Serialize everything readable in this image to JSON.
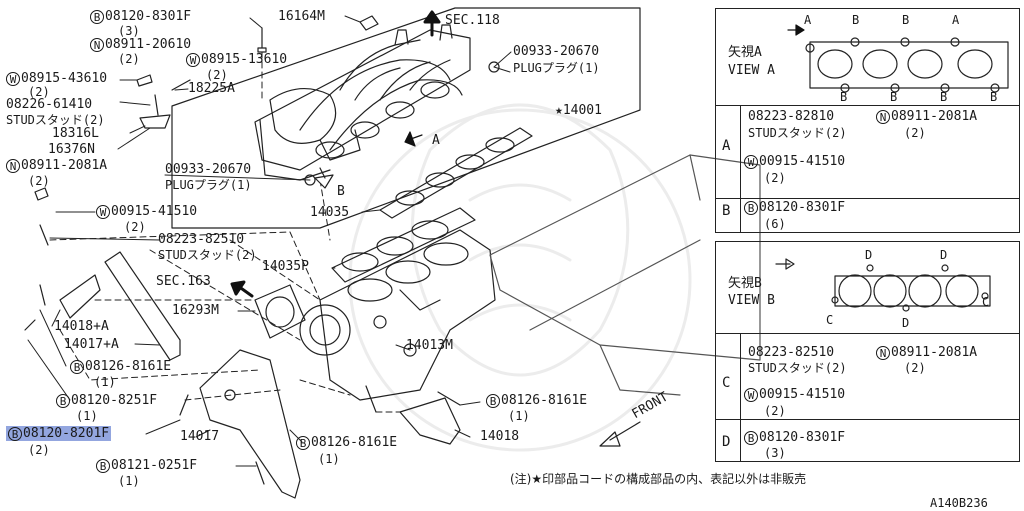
{
  "top_labels": {
    "b_08120_8301F": "08120-8301F",
    "b_08120_8301F_qty": "(3)",
    "p_16164M": "16164M",
    "sec118": "SEC.118",
    "n_08911_20610": "08911-20610",
    "n_08911_20610_qty": "(2)",
    "w_08915_43610": "08915-43610",
    "w_08915_43610_qty": "(2)",
    "w_08915_13610": "08915-13610",
    "w_08915_13610_qty": "(2)",
    "p_18225A": "18225A",
    "stud_08226_61410": "08226-61410",
    "stud_08226_61410_desc": "STUDスタッド(2)",
    "p_18316L": "18316L",
    "p_16376N": "16376N",
    "n_08911_2081A": "08911-2081A",
    "n_08911_2081A_qty": "(2)",
    "plug_00933_20670_r": "00933-20670",
    "plug_r_desc": "PLUGプラグ(1)",
    "star_14001": "14001",
    "arrow_A": "A",
    "plug_00933_20670_l": "00933-20670",
    "plug_l_desc": "PLUGプラグ(1)",
    "arrow_B": "B",
    "w_00915_41510": "00915-41510",
    "w_00915_41510_qty": "(2)",
    "p_14035": "14035",
    "stud_08223_82510": "08223-82510",
    "stud_08223_82510_desc": "STUDスタッド(2)",
    "p_14035P": "14035P",
    "sec163": "SEC.163",
    "p_16293M": "16293M",
    "p_14018A": "14018+A",
    "p_14017A": "14017+A",
    "b_08126_8161E_a": "08126-8161E",
    "b_08126_8161E_a_qty": "(1)",
    "b_08120_8251F": "08120-8251F",
    "b_08120_8251F_qty": "(1)",
    "b_08120_8201F": "08120-8201F",
    "b_08120_8201F_qty": "(2)",
    "p_14017": "14017",
    "b_08126_8161E_b": "08126-8161E",
    "b_08126_8161E_b_qty": "(1)",
    "b_08121_0251F": "08121-0251F",
    "b_08121_0251F_qty": "(1)",
    "p_14013M": "14013M",
    "b_08126_8161E_c": "08126-8161E",
    "b_08126_8161E_c_qty": "(1)",
    "p_14018": "14018",
    "front": "FRONT",
    "note": "(注)★印部品コードの構成部品の内、表記以外は非販売",
    "figure_id": "A140B236"
  },
  "view_a": {
    "title": "矢視A",
    "subtitle": "VIEW A",
    "letters": [
      "A",
      "B",
      "B",
      "A",
      "B",
      "B",
      "B",
      "B"
    ],
    "row_a": {
      "key": "A",
      "line1": "08223-82810",
      "line1b": "08911-2081A",
      "line2": "STUDスタッド(2)",
      "line2b": "(2)",
      "line3": "00915-41510",
      "line4": "(2)"
    },
    "row_b": {
      "key": "B",
      "line1": "08120-8301F",
      "line2": "(6)"
    }
  },
  "view_b": {
    "title": "矢視B",
    "subtitle": "VIEW B",
    "letters": [
      "D",
      "D",
      "C",
      "C",
      "D"
    ],
    "row_c": {
      "key": "C",
      "line1": "08223-82510",
      "line1b": "08911-2081A",
      "line2": "STUDスタッド(2)",
      "line2b": "(2)",
      "line3": "00915-41510",
      "line4": "(2)"
    },
    "row_d": {
      "key": "D",
      "line1": "08120-8301F",
      "line2": "(3)"
    }
  },
  "markers": {
    "B": "B",
    "N": "N",
    "W": "W",
    "star": "★"
  }
}
